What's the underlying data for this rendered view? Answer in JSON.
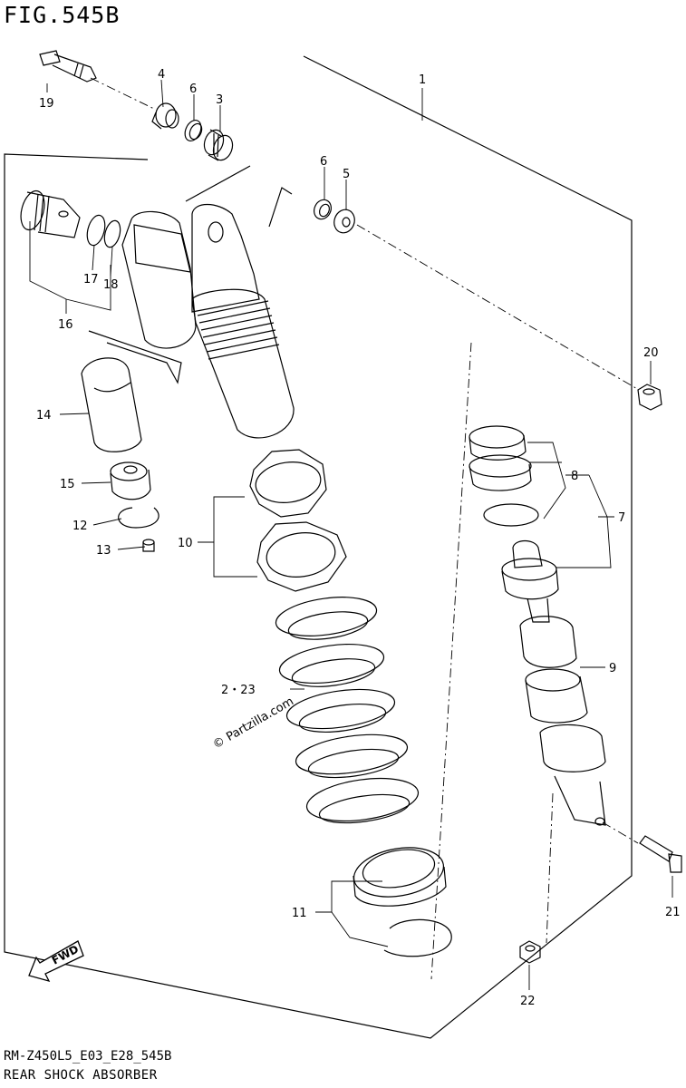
{
  "figure": {
    "title": "FIG.545B",
    "code": "RM-Z450L5_E03_E28_545B",
    "caption": "REAR SHOCK ABSORBER",
    "watermark": "© Partzilla.com",
    "direction_marker": "FWD"
  },
  "callouts": [
    "1",
    "4",
    "6",
    "3",
    "19",
    "6",
    "5",
    "17",
    "18",
    "16",
    "14",
    "15",
    "12",
    "13",
    "10",
    "2・23",
    "11",
    "20",
    "8",
    "7",
    "9",
    "21",
    "22"
  ]
}
